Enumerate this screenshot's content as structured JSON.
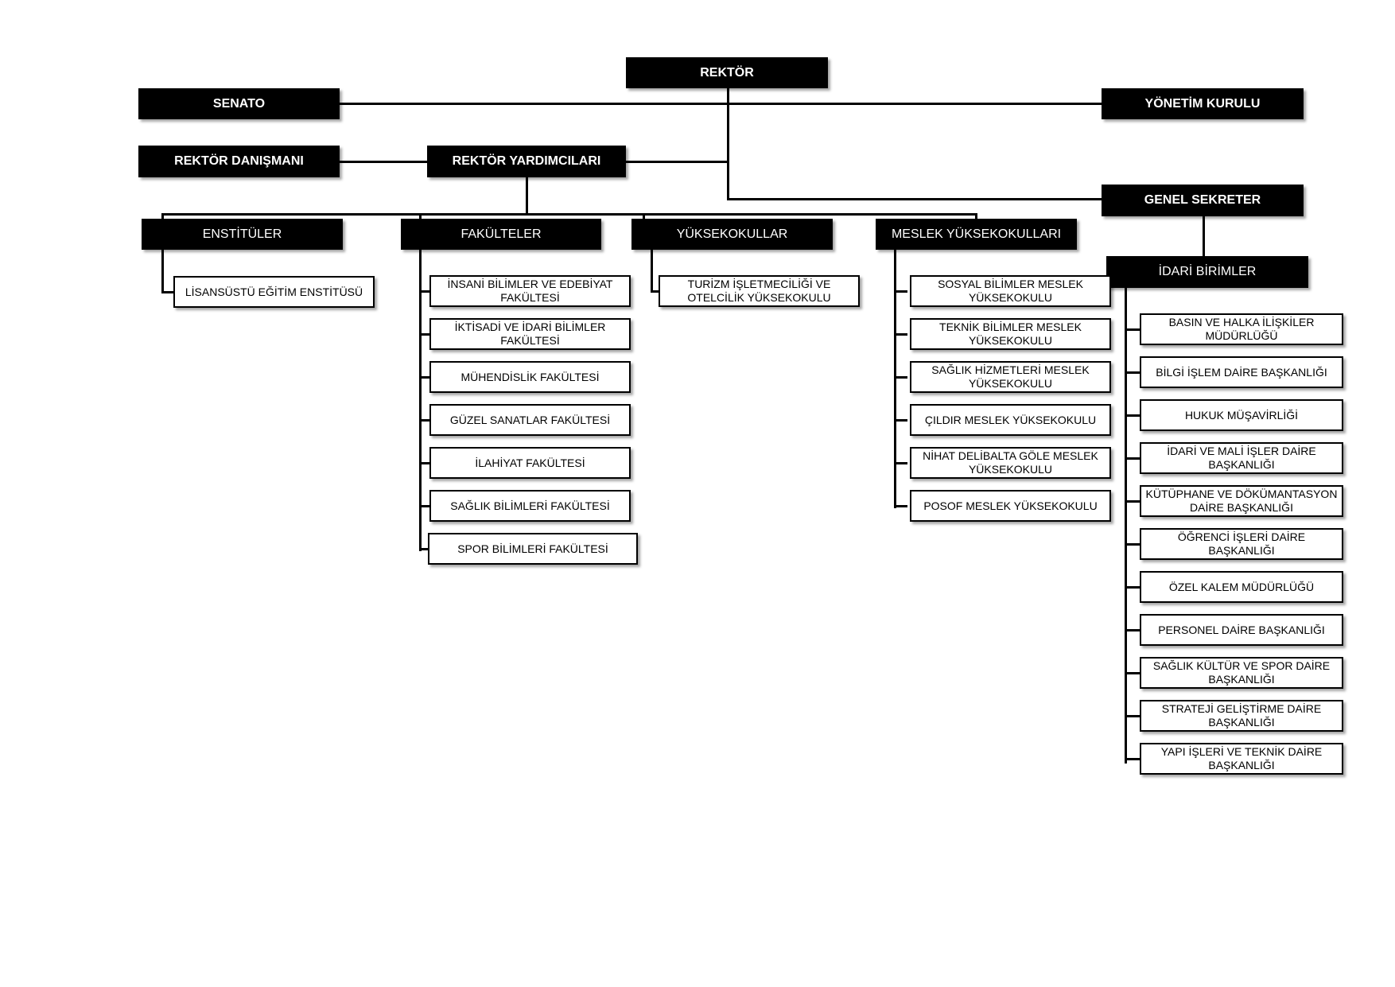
{
  "chart": {
    "rektor": "REKTÖR",
    "senato": "SENATO",
    "yonetim_kurulu": "YÖNETİM KURULU",
    "rektor_danismani": "REKTÖR DANIŞMANI",
    "rektor_yardimcilari": "REKTÖR YARDIMCILARI",
    "genel_sekreter": "GENEL SEKRETER",
    "enstituler": {
      "label": "ENSTİTÜLER",
      "items": [
        "LİSANSÜSTÜ EĞİTİM ENSTİTÜSÜ"
      ]
    },
    "fakulteler": {
      "label": "FAKÜLTELER",
      "items": [
        "İNSANİ BİLİMLER VE EDEBİYAT FAKÜLTESİ",
        "İKTİSADİ VE İDARİ BİLİMLER FAKÜLTESİ",
        "MÜHENDİSLİK FAKÜLTESİ",
        "GÜZEL SANATLAR FAKÜLTESİ",
        "İLAHİYAT FAKÜLTESİ",
        "SAĞLIK BİLİMLERİ FAKÜLTESİ",
        "SPOR BİLİMLERİ FAKÜLTESİ"
      ]
    },
    "yuksekokullar": {
      "label": "YÜKSEKOKULLAR",
      "items": [
        "TURİZM İŞLETMECİLİĞİ VE OTELCİLİK YÜKSEKOKULU"
      ]
    },
    "meslek_yuksekokullari": {
      "label": "MESLEK YÜKSEKOKULLARI",
      "items": [
        "SOSYAL BİLİMLER MESLEK YÜKSEKOKULU",
        "TEKNİK BİLİMLER MESLEK YÜKSEKOKULU",
        "SAĞLIK HİZMETLERİ MESLEK YÜKSEKOKULU",
        "ÇILDIR MESLEK YÜKSEKOKULU",
        "NİHAT DELİBALTA GÖLE MESLEK YÜKSEKOKULU",
        "POSOF MESLEK YÜKSEKOKULU"
      ]
    },
    "idari_birimler": {
      "label": "İDARİ BİRİMLER",
      "items": [
        "BASIN VE HALKA İLİŞKİLER MÜDÜRLÜĞÜ",
        "BİLGİ İŞLEM DAİRE BAŞKANLIĞI",
        "HUKUK MÜŞAVİRLİĞİ",
        "İDARİ VE MALİ İŞLER DAİRE BAŞKANLIĞI",
        "KÜTÜPHANE VE DÖKÜMANTASYON DAİRE BAŞKANLIĞI",
        "ÖĞRENCİ İŞLERİ DAİRE BAŞKANLIĞI",
        "ÖZEL KALEM MÜDÜRLÜĞÜ",
        "PERSONEL DAİRE BAŞKANLIĞI",
        "SAĞLIK KÜLTÜR VE SPOR DAİRE BAŞKANLIĞI",
        "STRATEJİ GELİŞTİRME DAİRE BAŞKANLIĞI",
        "YAPI İŞLERİ VE TEKNİK DAİRE BAŞKANLIĞI"
      ]
    }
  }
}
